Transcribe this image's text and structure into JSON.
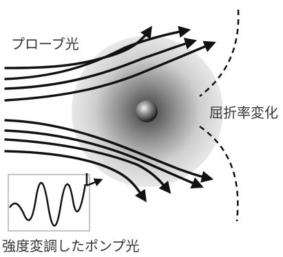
{
  "labels": {
    "probe_light": "プローブ光",
    "refractive_index_change": "屈折率変化",
    "pump_light": "強度変調したポンプ光"
  },
  "colors": {
    "line": "#111111",
    "text": "#333333",
    "cloud_edge": "#e6e6e6",
    "cloud_core": "#3f3f3f"
  }
}
